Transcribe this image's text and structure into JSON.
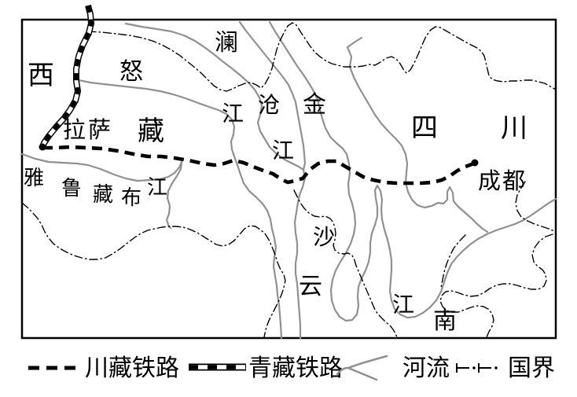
{
  "colors": {
    "background": "#ffffff",
    "ink": "#000000",
    "river": "#909090"
  },
  "map": {
    "province_xizang": {
      "char1": "西",
      "char2": "藏"
    },
    "province_sichuan": {
      "char1": "四",
      "char2": "川"
    },
    "province_yunnan": {
      "char1": "云",
      "char2": "南"
    },
    "city_lasa": "拉萨",
    "city_chengdu": "成都",
    "river_nujiang": {
      "char1": "怒",
      "char2": "江"
    },
    "river_lancangjiang": {
      "char1": "澜",
      "char2": "沧",
      "char3": "江"
    },
    "river_jinshajiang": {
      "char1": "金",
      "char2": "沙",
      "char3": "江"
    },
    "river_yarlungzangbujiang": {
      "char1": "雅",
      "char2": "鲁",
      "char3": "藏",
      "char4": "布",
      "char5": "江"
    }
  },
  "legend": {
    "items": [
      {
        "label": "川藏铁路",
        "symbol": "dashed-railway-line"
      },
      {
        "label": "青藏铁路",
        "symbol": "banded-railway-line"
      },
      {
        "label": "河流",
        "symbol": "river-line"
      },
      {
        "label": "国界",
        "symbol": "national-border-line"
      }
    ]
  }
}
